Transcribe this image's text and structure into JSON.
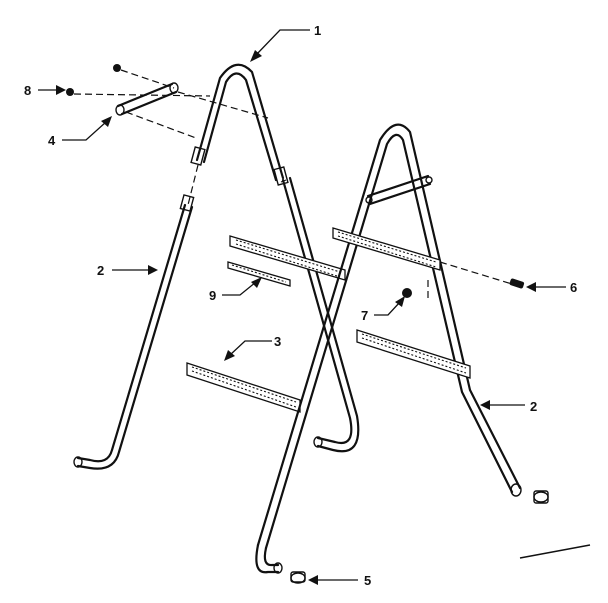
{
  "callouts": [
    {
      "id": "c1",
      "label": "1"
    },
    {
      "id": "c2a",
      "label": "2"
    },
    {
      "id": "c2b",
      "label": "2"
    },
    {
      "id": "c3",
      "label": "3"
    },
    {
      "id": "c4",
      "label": "4"
    },
    {
      "id": "c5",
      "label": "5"
    },
    {
      "id": "c6",
      "label": "6"
    },
    {
      "id": "c7",
      "label": "7"
    },
    {
      "id": "c8",
      "label": "8"
    },
    {
      "id": "c9",
      "label": "9"
    }
  ]
}
